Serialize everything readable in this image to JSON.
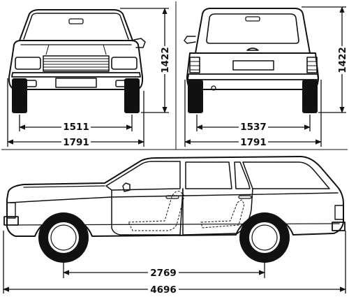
{
  "drawing": {
    "front_view": {
      "track_width": "1511",
      "overall_width": "1791",
      "height": "1422"
    },
    "rear_view": {
      "track_width": "1537",
      "overall_width": "1791",
      "height": "1422"
    },
    "side_view": {
      "wheelbase": "2769",
      "overall_length": "4696"
    }
  }
}
